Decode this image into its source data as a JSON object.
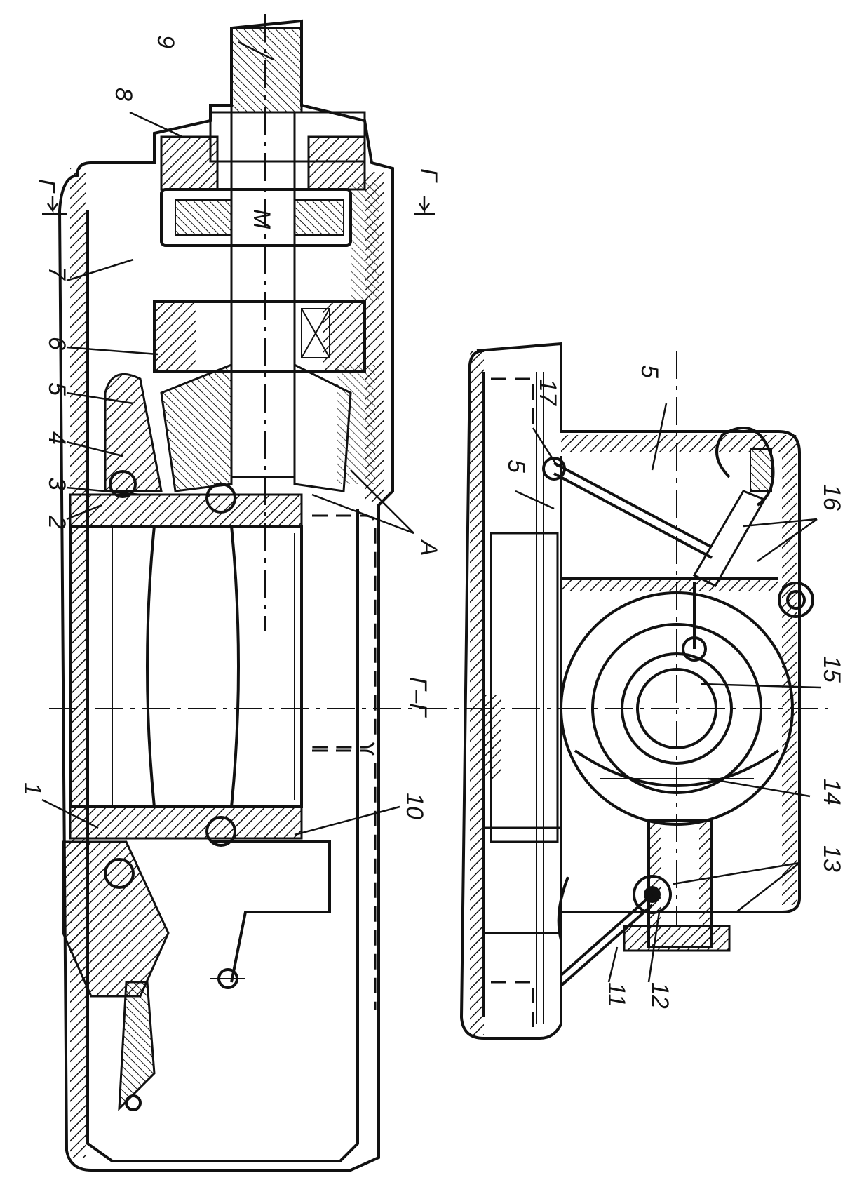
{
  "labels": {
    "l1": "1",
    "l2": "2",
    "l3": "3",
    "l4": "4",
    "l5a": "5",
    "l5b": "5",
    "l5c": "5",
    "l6": "6",
    "l7": "7",
    "l8": "8",
    "l9": "9",
    "l10": "10",
    "l11": "11",
    "l12": "12",
    "l13": "13",
    "l14": "14",
    "l15": "15",
    "l16": "16",
    "l17": "17",
    "lA": "A",
    "lM": "M",
    "section_top_left": "Г",
    "section_top_right": "Г",
    "section_title": "Г–Г"
  }
}
